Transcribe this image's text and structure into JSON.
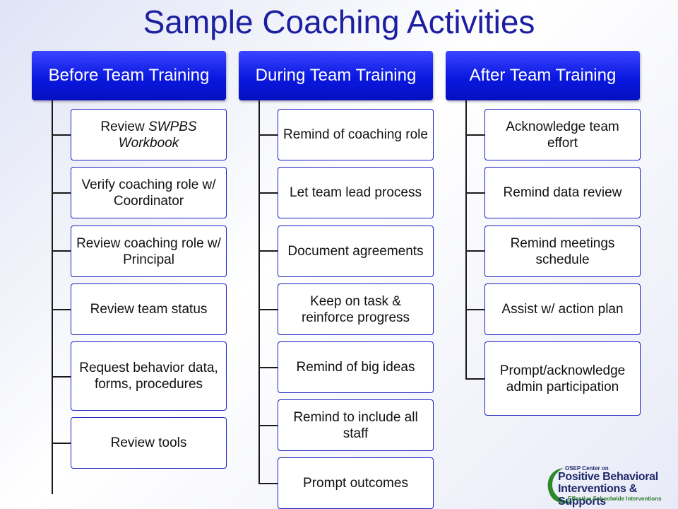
{
  "title": "Sample Coaching Activities",
  "columns": [
    {
      "header": "Before Team Training",
      "items": [
        "Review SWPBS Workbook",
        "Verify coaching role w/ Coordinator",
        "Review coaching role w/ Principal",
        "Review team status",
        "Request behavior data, forms, procedures",
        "Review tools"
      ]
    },
    {
      "header": "During Team Training",
      "items": [
        "Remind of coaching role",
        "Let team lead process",
        "Document agreements",
        "Keep on task & reinforce progress",
        "Remind of big ideas",
        "Remind to include all staff",
        "Prompt outcomes"
      ]
    },
    {
      "header": "After Team Training",
      "items": [
        "Acknowledge team effort",
        "Remind data review",
        "Remind meetings schedule",
        "Assist w/ action plan",
        "Prompt/acknowledge admin participation"
      ]
    }
  ],
  "logo": {
    "line1": "OSEP Center on",
    "line2": "Positive Behavioral",
    "line3": "Interventions & Supports",
    "line4": "Effective Schoolwide Interventions"
  },
  "colors": {
    "header_blue": "#0a18e0",
    "title_blue": "#1b1fa0",
    "box_border": "#1a20c0"
  }
}
